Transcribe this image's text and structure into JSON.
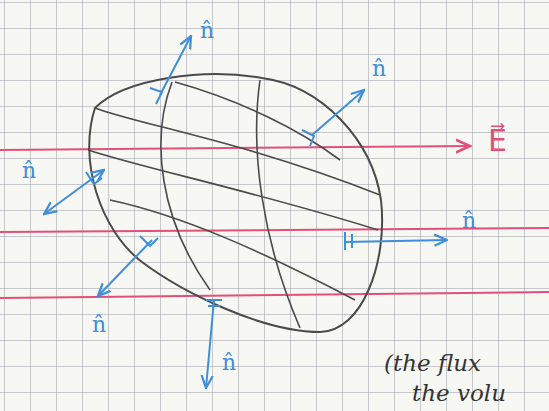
{
  "diagram": {
    "labels": [
      "n̂",
      "n̂",
      "n̂",
      "n̂",
      "n̂",
      "n̂",
      "E⃗",
      "(the flux",
      "the volu"
    ]
  }
}
